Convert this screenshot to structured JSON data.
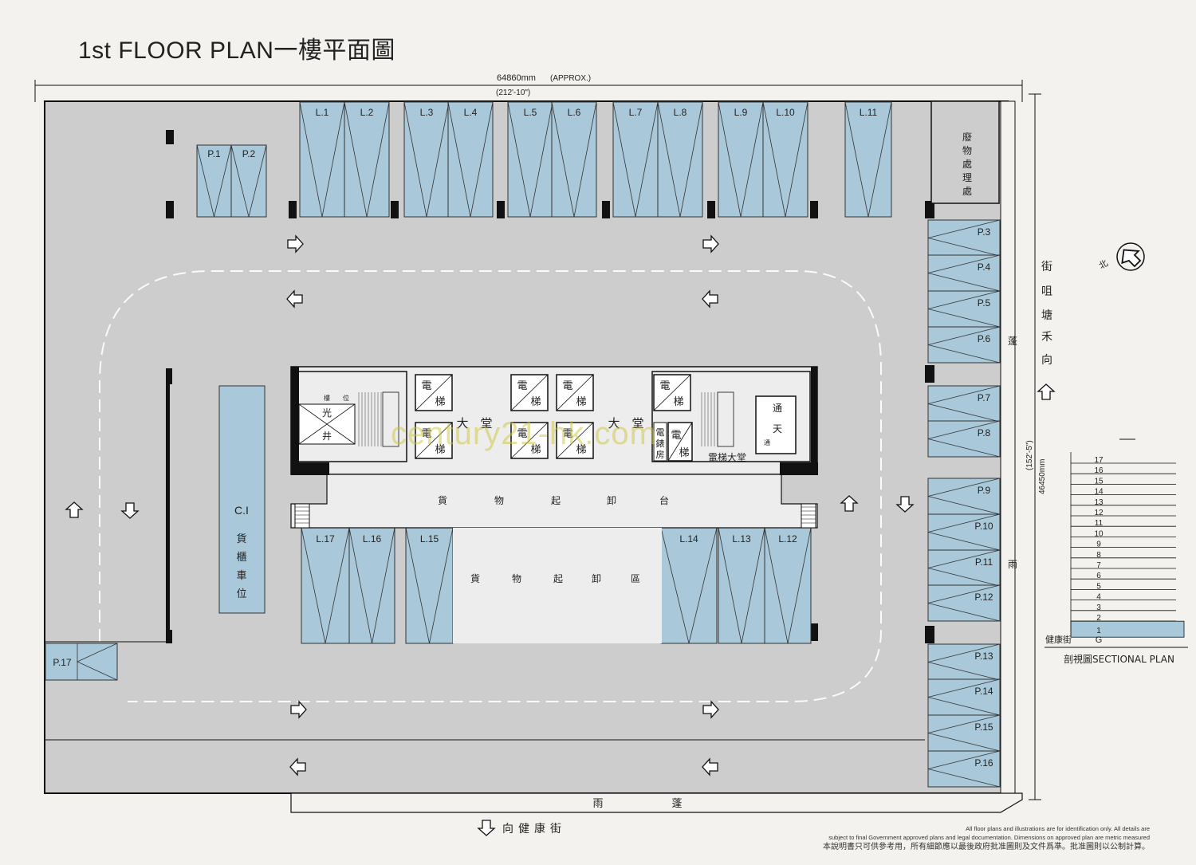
{
  "title": "1st FLOOR PLAN一樓平面圖",
  "dimensions": {
    "width_mm": "64860mm",
    "approx": "(APPROX.)",
    "width_ft": "(212'-10\")",
    "depth_mm": "46450mm",
    "depth_ft": "(152'-5\")"
  },
  "colors": {
    "space_fill": "#a9c9da",
    "paving": "#cdcdcd",
    "lobby": "#ededed",
    "wall": "#111111",
    "background": "#f3f2ee"
  },
  "lorry_top": [
    {
      "label": "L.1"
    },
    {
      "label": "L.2"
    },
    {
      "label": "L.3"
    },
    {
      "label": "L.4"
    },
    {
      "label": "L.5"
    },
    {
      "label": "L.6"
    },
    {
      "label": "L.7"
    },
    {
      "label": "L.8"
    },
    {
      "label": "L.9"
    },
    {
      "label": "L.10"
    },
    {
      "label": "L.11"
    }
  ],
  "lorry_bottom": [
    {
      "label": "L.17"
    },
    {
      "label": "L.16"
    },
    {
      "label": "L.15"
    },
    {
      "label": "L.14"
    },
    {
      "label": "L.13"
    },
    {
      "label": "L.12"
    }
  ],
  "parking_top": [
    {
      "label": "P.1"
    },
    {
      "label": "P.2"
    }
  ],
  "parking_right": [
    {
      "label": "P.3"
    },
    {
      "label": "P.4"
    },
    {
      "label": "P.5"
    },
    {
      "label": "P.6"
    },
    {
      "label": "P.7"
    },
    {
      "label": "P.8"
    },
    {
      "label": "P.9"
    },
    {
      "label": "P.10"
    },
    {
      "label": "P.11"
    },
    {
      "label": "P.12"
    },
    {
      "label": "P.13"
    },
    {
      "label": "P.14"
    },
    {
      "label": "P.15"
    },
    {
      "label": "P.16"
    }
  ],
  "parking_left": {
    "label": "P.17"
  },
  "container_bay": {
    "code": "C.I",
    "chars": [
      "貨",
      "櫃",
      "車",
      "位"
    ]
  },
  "refuse_room": [
    "廢",
    "物",
    "處",
    "理",
    "處"
  ],
  "core": {
    "lift_chars": [
      "電",
      "梯"
    ],
    "lobby_chars": [
      "大",
      "堂"
    ],
    "lift_lobby": "電梯大堂",
    "light_well": [
      "光",
      "井"
    ],
    "meter_room": [
      "電",
      "錶",
      "房"
    ],
    "vent": [
      "通",
      "天"
    ],
    "vent_label": "通",
    "pos_chars": [
      "樓",
      "位"
    ]
  },
  "loading_platform": [
    "貨",
    "物",
    "起",
    "卸",
    "台"
  ],
  "loading_area": [
    "貨",
    "物",
    "起",
    "卸",
    "區"
  ],
  "canopy_bottom": [
    "雨",
    "蓬"
  ],
  "canopy_right": [
    "蓬",
    "雨"
  ],
  "street_bottom": "向健康街",
  "street_right": [
    "街",
    "咀",
    "塘",
    "禾",
    "向"
  ],
  "north": "北",
  "sectional": {
    "floors": [
      "17",
      "16",
      "15",
      "14",
      "13",
      "12",
      "11",
      "10",
      "9",
      "8",
      "7",
      "6",
      "5",
      "4",
      "3",
      "2",
      "1"
    ],
    "current": "1",
    "street_label": "健康街",
    "ground": "G",
    "caption": "剖視圖SECTIONAL PLAN"
  },
  "watermark": "century21-hk.com",
  "disclaimer": {
    "line1": "All floor plans and illustrations are for identification only. All details are",
    "line2": "subject to final Government approved plans and legal documentation. Dimensions on approved plan are metric measured",
    "line3": "本說明書只可供參考用，所有細節應以最後政府批准圖則及文件爲準。批准圖則以公制計算。"
  }
}
